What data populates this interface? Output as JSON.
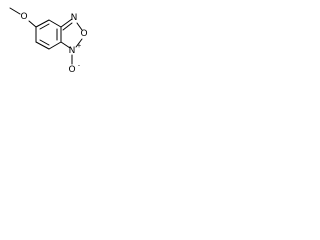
{
  "molecule": {
    "atoms": {
      "methoxy_oxygen": "O",
      "ring_oxygen": "O",
      "ring_nitrogen_top": "N",
      "n_oxide_nitrogen": "N",
      "n_oxide_charge": "+",
      "oxide_oxygen": "O",
      "oxide_charge": "-"
    }
  }
}
